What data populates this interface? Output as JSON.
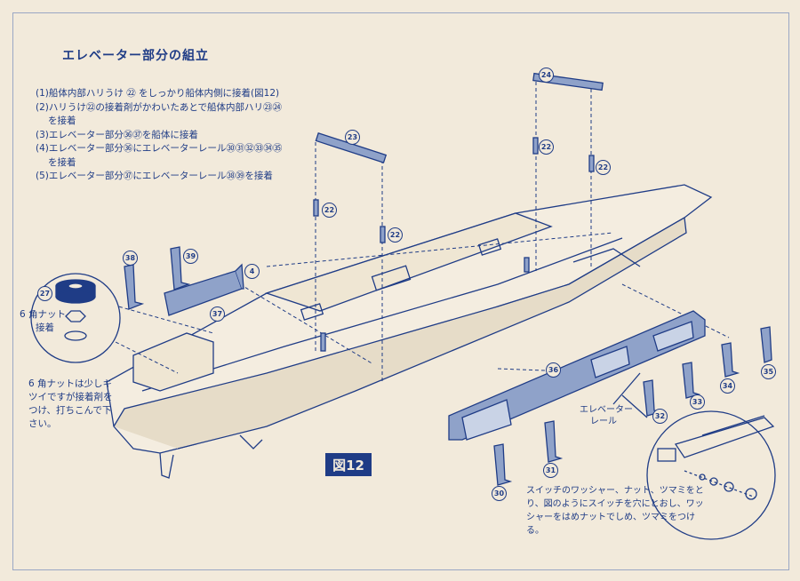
{
  "title": "エレベーター部分の組立",
  "steps": [
    "(1)船体内部ハリうけ ㉒ をしっかり船体内側に接着(図12)",
    "(2)ハリうけ㉒の接着剤がかわいたあとで船体内部ハリ㉓㉔",
    "を接着",
    "(3)エレベーター部分㊱㊲を船体に接着",
    "(4)エレベーター部分㊱にエレベーターレール㉚㉛㉜㉝㉞㉟",
    "を接着",
    "(5)エレベーター部分㊲にエレベーターレール㊳㊴を接着"
  ],
  "nut_label": [
    "6 角ナット",
    "接着"
  ],
  "note_left": "6 角ナットは少しキツイですが接着剤をつけ、打ちこんで下さい。",
  "figure_label": "図12",
  "rail_label": [
    "エレベーター",
    "レール"
  ],
  "note_right": "スイッチのワッシャー、ナット、ツマミをとり、図のようにスイッチを穴にとおし、ワッシャーをはめナットでしめ、ツマミをつける。",
  "part_numbers": {
    "p4": "4",
    "p22a": "22",
    "p22b": "22",
    "p22c": "22",
    "p22d": "22",
    "p23": "23",
    "p24": "24",
    "p27": "27",
    "p30": "30",
    "p31": "31",
    "p32": "32",
    "p33": "33",
    "p34": "34",
    "p35": "35",
    "p36": "36",
    "p37": "37",
    "p38": "38",
    "p39": "39"
  },
  "colors": {
    "ink": "#1f3c86",
    "paper": "#f2eadb",
    "part_fill": "#8fa2c9"
  }
}
